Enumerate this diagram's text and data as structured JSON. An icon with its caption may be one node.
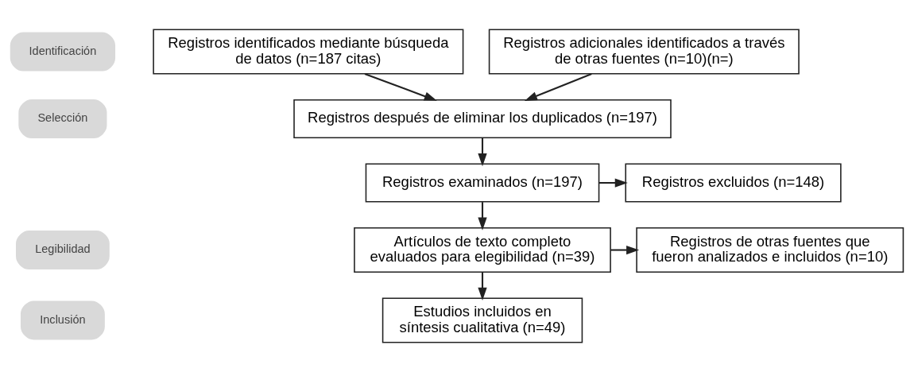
{
  "diagram": {
    "nodes": [
      {
        "text": [
          "Identificación"
        ]
      },
      {
        "text": [
          "Selección"
        ]
      },
      {
        "text": [
          "Legibilidad"
        ]
      },
      {
        "text": [
          "Inclusión"
        ]
      },
      {
        "text": [
          "Registros identificados mediante búsqueda de datos (n=187 citas)"
        ]
      },
      {
        "text": [
          "Registros adicionales identificados a través de otras fuentes (n=10)(n=)"
        ]
      },
      {
        "text": [
          "Registros después de eliminar los duplicados (n=197)"
        ]
      },
      {
        "text": [
          "Registros examinados (n=197)"
        ]
      },
      {
        "text": [
          "Registros excluidos (n=148)"
        ]
      },
      {
        "text": [
          "Artículos de texto completo evaluados para elegibilidad (n=39)"
        ]
      },
      {
        "text": [
          "Registros de otras fuentes que fueron analizados e incluidos (n=10)"
        ]
      },
      {
        "text": [
          "Estudios incluidos en síntesis cualitativa (n=49)"
        ]
      }
    ],
    "edges": [
      {
        "from": 4,
        "to": 6,
        "arrow": "to"
      },
      {
        "from": 5,
        "to": 6,
        "arrow": "to"
      },
      {
        "from": 6,
        "to": 7,
        "arrow": "to"
      },
      {
        "from": 7,
        "to": 8,
        "arrow": "to"
      },
      {
        "from": 7,
        "to": 9,
        "arrow": "to"
      },
      {
        "from": 9,
        "to": 10,
        "arrow": "to"
      },
      {
        "from": 9,
        "to": 11,
        "arrow": "to"
      }
    ]
  }
}
